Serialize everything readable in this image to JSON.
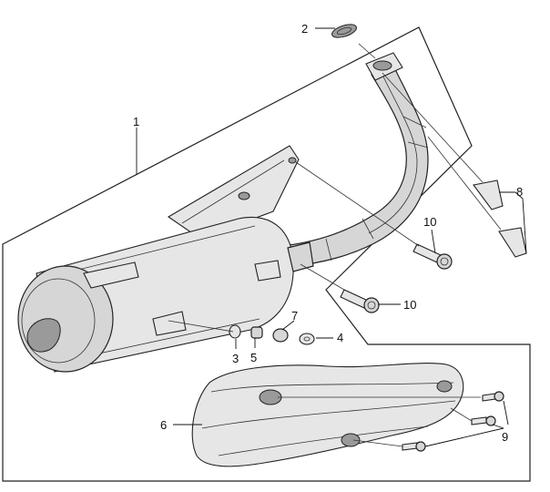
{
  "labels": {
    "l1": "1",
    "l2": "2",
    "l3": "3",
    "l4": "4",
    "l5": "5",
    "l6": "6",
    "l7": "7",
    "l8": "8",
    "l9": "9",
    "l10a": "10",
    "l10b": "10"
  }
}
